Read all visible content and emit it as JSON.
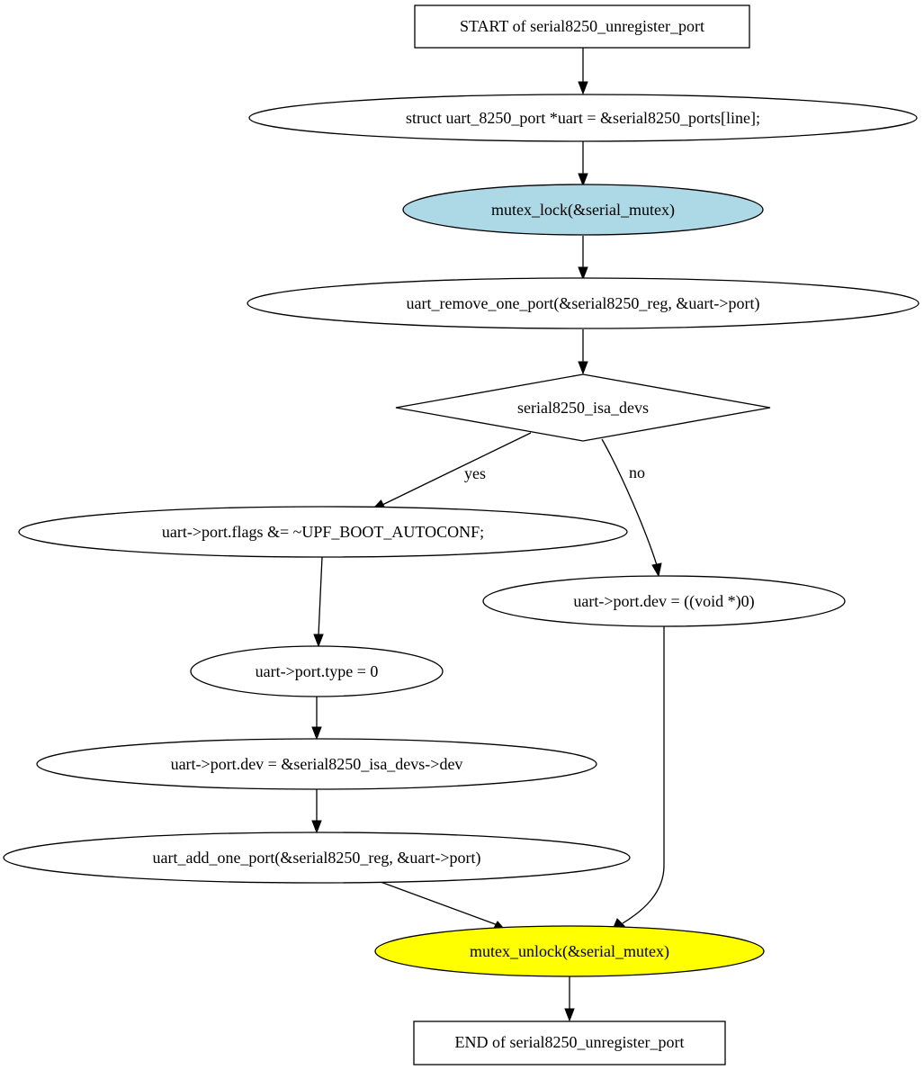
{
  "nodes": {
    "start": {
      "label": "START of serial8250_unregister_port",
      "shape": "box",
      "fill": "#ffffff"
    },
    "uart_decl": {
      "label": "struct uart_8250_port *uart = &serial8250_ports[line];",
      "shape": "ellipse",
      "fill": "#ffffff"
    },
    "mutex_lock": {
      "label": "mutex_lock(&serial_mutex)",
      "shape": "ellipse",
      "fill": "#add8e6"
    },
    "remove_port": {
      "label": "uart_remove_one_port(&serial8250_reg, &uart->port)",
      "shape": "ellipse",
      "fill": "#ffffff"
    },
    "isa_devs": {
      "label": "serial8250_isa_devs",
      "shape": "diamond",
      "fill": "#ffffff"
    },
    "flags": {
      "label": "uart->port.flags &= ~UPF_BOOT_AUTOCONF;",
      "shape": "ellipse",
      "fill": "#ffffff"
    },
    "dev_null": {
      "label": "uart->port.dev = ((void *)0)",
      "shape": "ellipse",
      "fill": "#ffffff"
    },
    "type": {
      "label": "uart->port.type = 0",
      "shape": "ellipse",
      "fill": "#ffffff"
    },
    "dev_isa": {
      "label": "uart->port.dev = &serial8250_isa_devs->dev",
      "shape": "ellipse",
      "fill": "#ffffff"
    },
    "add_port": {
      "label": "uart_add_one_port(&serial8250_reg, &uart->port)",
      "shape": "ellipse",
      "fill": "#ffffff"
    },
    "mutex_unlock": {
      "label": "mutex_unlock(&serial_mutex)",
      "shape": "ellipse",
      "fill": "#ffff00"
    },
    "end": {
      "label": "END of serial8250_unregister_port",
      "shape": "box",
      "fill": "#ffffff"
    }
  },
  "edges": [
    {
      "from": "start",
      "to": "uart_decl",
      "label": ""
    },
    {
      "from": "uart_decl",
      "to": "mutex_lock",
      "label": ""
    },
    {
      "from": "mutex_lock",
      "to": "remove_port",
      "label": ""
    },
    {
      "from": "remove_port",
      "to": "isa_devs",
      "label": ""
    },
    {
      "from": "isa_devs",
      "to": "flags",
      "label": "yes"
    },
    {
      "from": "isa_devs",
      "to": "dev_null",
      "label": "no"
    },
    {
      "from": "flags",
      "to": "type",
      "label": ""
    },
    {
      "from": "type",
      "to": "dev_isa",
      "label": ""
    },
    {
      "from": "dev_isa",
      "to": "add_port",
      "label": ""
    },
    {
      "from": "add_port",
      "to": "mutex_unlock",
      "label": ""
    },
    {
      "from": "dev_null",
      "to": "mutex_unlock",
      "label": ""
    },
    {
      "from": "mutex_unlock",
      "to": "end",
      "label": ""
    }
  ]
}
